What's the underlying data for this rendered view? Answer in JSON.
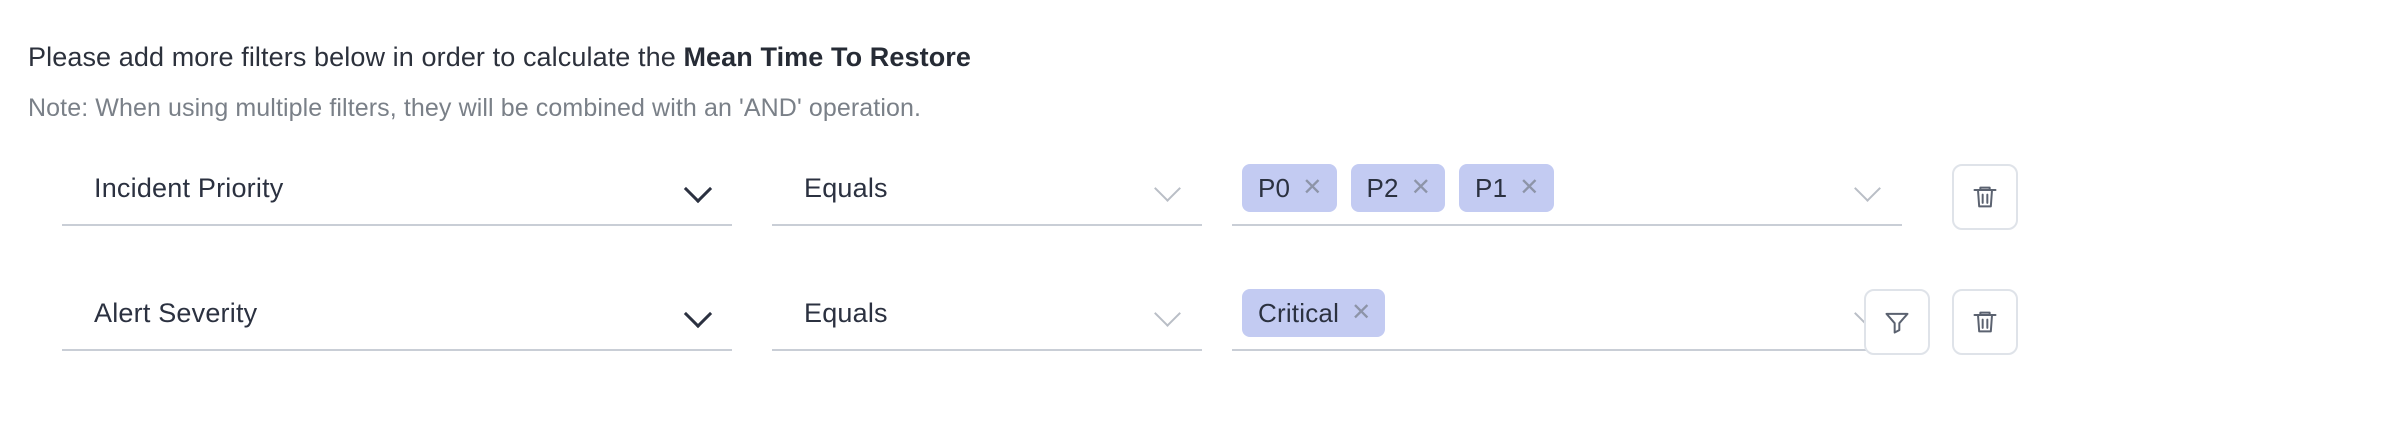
{
  "header": {
    "instruction_prefix": "Please add more filters below in order to calculate the ",
    "instruction_metric": "Mean Time To Restore",
    "note": "Note: When using multiple filters, they will be combined with an 'AND' operation."
  },
  "colors": {
    "chip_background": "#c3cbf2",
    "chip_text": "#2b3140",
    "underline": "#c9ced6",
    "note_text": "#7a8088",
    "chevron_dark": "#2b3140",
    "chevron_light": "#b9bec6",
    "button_border": "#dfe3e9"
  },
  "filters": [
    {
      "field": {
        "value": "Incident Priority",
        "icon": "chevron-down-icon"
      },
      "operator": {
        "value": "Equals",
        "icon": "chevron-down-icon"
      },
      "values": {
        "chips": [
          {
            "label": "P0",
            "remove_icon": "close-icon"
          },
          {
            "label": "P2",
            "remove_icon": "close-icon"
          },
          {
            "label": "P1",
            "remove_icon": "close-icon"
          }
        ],
        "icon": "chevron-down-icon"
      },
      "actions": [
        {
          "name": "delete-filter-button",
          "icon": "trash-icon",
          "label": ""
        }
      ]
    },
    {
      "field": {
        "value": "Alert Severity",
        "icon": "chevron-down-icon"
      },
      "operator": {
        "value": "Equals",
        "icon": "chevron-down-icon"
      },
      "values": {
        "chips": [
          {
            "label": "Critical",
            "remove_icon": "close-icon"
          }
        ],
        "icon": "chevron-down-icon"
      },
      "actions": [
        {
          "name": "add-filter-button",
          "icon": "funnel-icon",
          "label": ""
        },
        {
          "name": "delete-filter-button",
          "icon": "trash-icon",
          "label": ""
        }
      ]
    }
  ]
}
